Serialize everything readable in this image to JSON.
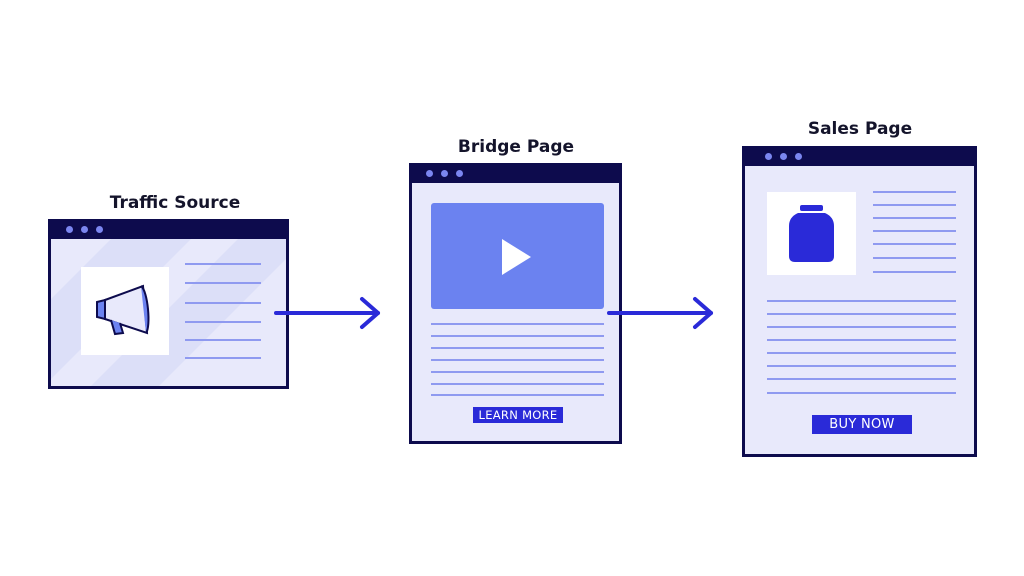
{
  "titles": {
    "traffic": "Traffic Source",
    "bridge": "Bridge Page",
    "sales": "Sales Page"
  },
  "buttons": {
    "learn_more": "LEARN MORE",
    "buy_now": "BUY NOW"
  },
  "icons": {
    "traffic": "megaphone-icon",
    "bridge": "play-icon",
    "sales": "jar-icon"
  },
  "colors": {
    "frame": "#0d0b4d",
    "page_bg": "#e8e9fb",
    "accent": "#2a2ad8",
    "video": "#6b82f0",
    "lines": "#8f9af0"
  }
}
